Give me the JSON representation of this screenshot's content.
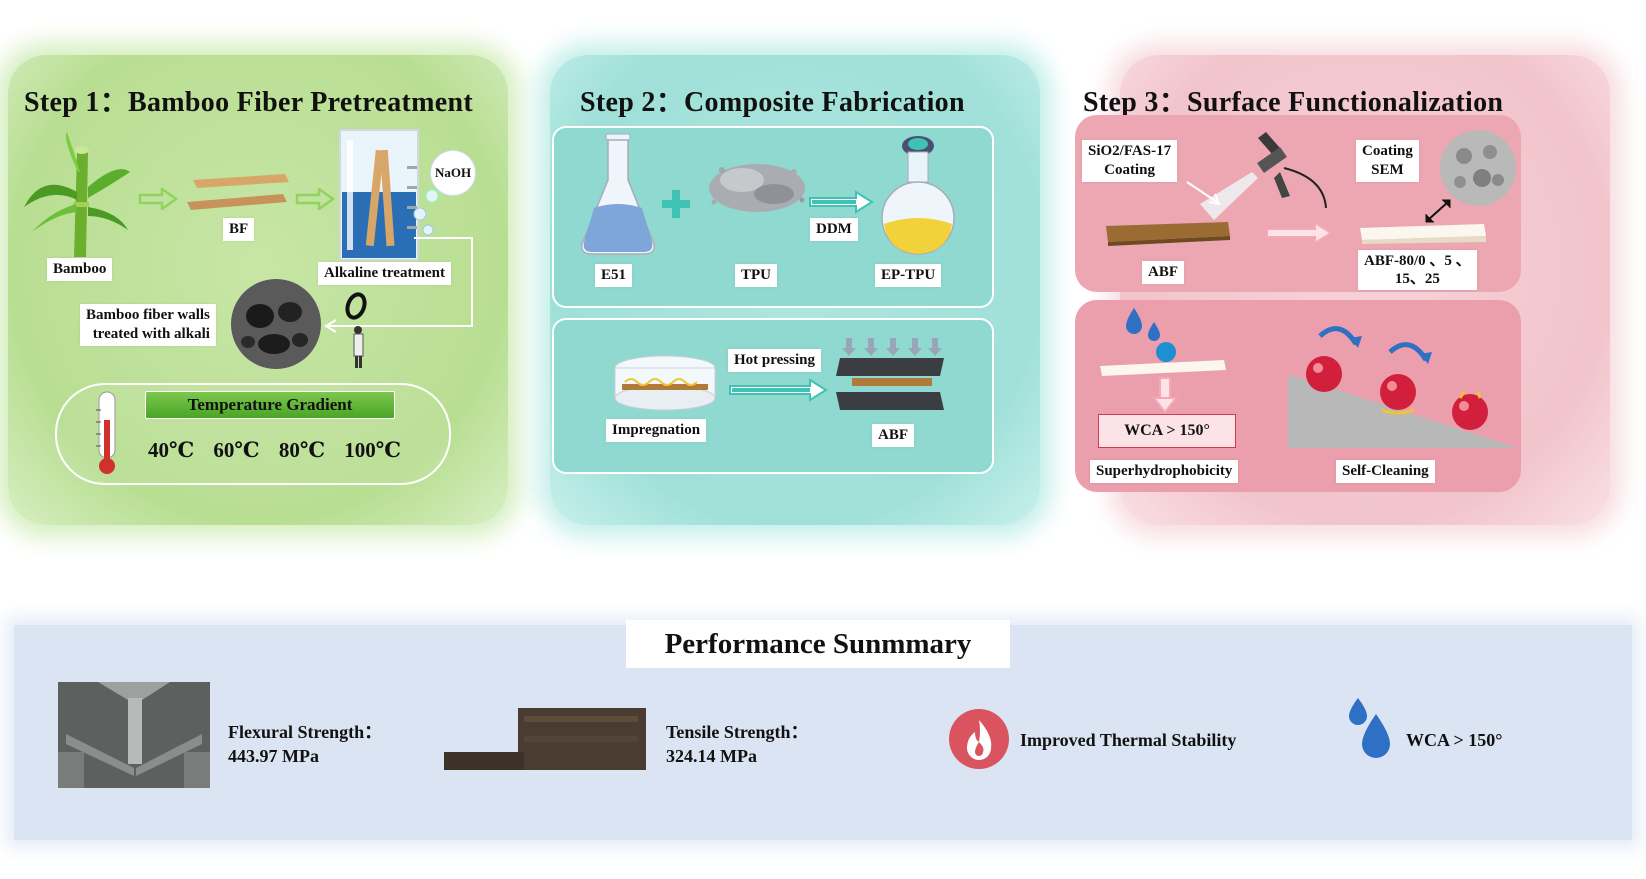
{
  "step1": {
    "title": "Step 1：Bamboo Fiber Pretreatment",
    "labels": {
      "bamboo": "Bamboo",
      "bf": "BF",
      "naoh": "NaOH",
      "alkaline": "Alkaline treatment",
      "walls_line1": "Bamboo fiber walls",
      "walls_line2": "treated with alkali"
    },
    "gradient_title": "Temperature  Gradient",
    "temperatures": [
      "40℃",
      "60℃",
      "80℃",
      "100℃"
    ]
  },
  "step2": {
    "title": "Step 2：Composite Fabrication",
    "labels": {
      "e51": "E51",
      "tpu": "TPU",
      "ddm": "DDM",
      "eptpu": "EP-TPU",
      "impregnation": "Impregnation",
      "hot_pressing": "Hot pressing",
      "abf": "ABF"
    }
  },
  "step3": {
    "title": "Step 3：Surface Functionalization",
    "labels": {
      "coating_line1": "SiO2/FAS-17",
      "coating_line2": "Coating",
      "sem_line1": "Coating",
      "sem_line2": "SEM",
      "abf": "ABF",
      "abf_series_line1": "ABF-80/0 、5 、",
      "abf_series_line2": "15、25",
      "wca": "WCA > 150°",
      "superhydro": "Superhydrophobicity",
      "selfclean": "Self-Cleaning"
    }
  },
  "performance": {
    "title": "Performance Sunmmary",
    "flexural_label": "Flexural Strength：",
    "flexural_value": "443.97 MPa",
    "tensile_label": "Tensile Strength：",
    "tensile_value": "324.14 MPa",
    "thermal": "Improved Thermal Stability",
    "wca": "WCA > 150°"
  },
  "colors": {
    "step1_bg": "#b8de92",
    "step2_bg": "#9fe0d8",
    "step3_bg": "#f2c4cc",
    "perf_bg": "#dbe4f3",
    "arrow_green": "#9ad86a",
    "arrow_teal": "#3fc2b4",
    "arrow_pink": "#f4a9b4"
  }
}
